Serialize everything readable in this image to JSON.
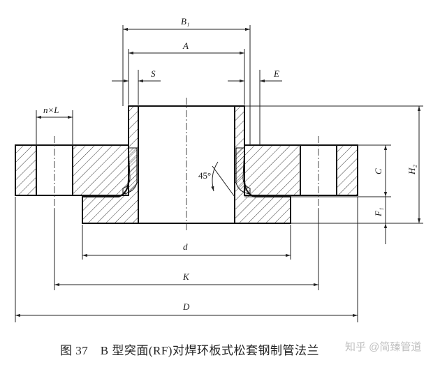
{
  "caption": {
    "text": "图 37　B 型突面(RF)对焊环板式松套钢制管法兰",
    "watermark": "知乎 @简臻管道"
  },
  "dimensions": {
    "B1": "B₁",
    "A": "A",
    "S": "S",
    "E": "E",
    "nL": "n×L",
    "angle": "45°",
    "C": "C",
    "H2": "H₂",
    "F1": "F₁",
    "d": "d",
    "K": "K",
    "D": "D"
  }
}
